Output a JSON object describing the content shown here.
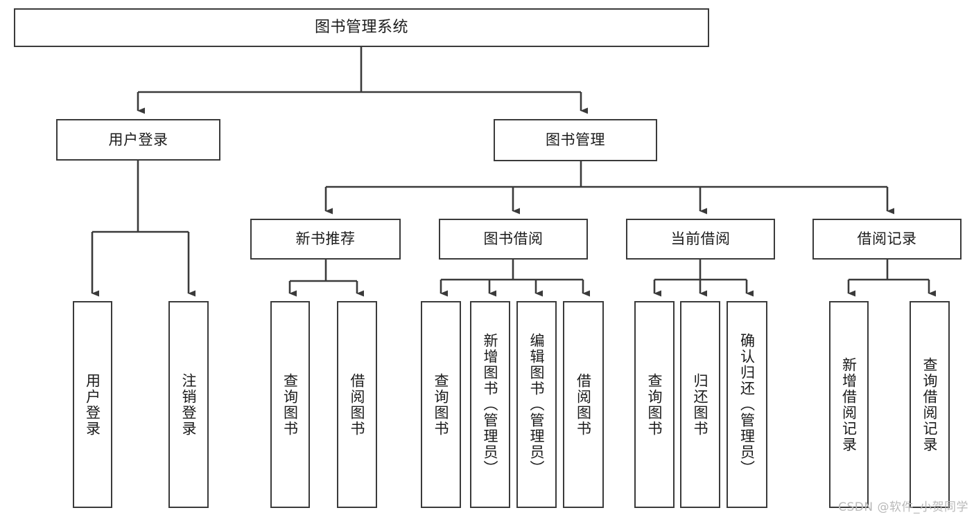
{
  "diagram": {
    "title": "图书管理系统",
    "type": "tree",
    "accent_color": "#3a3a3a",
    "background_color": "#ffffff",
    "text_color": "#1b1b1b",
    "watermark": "CSDN @软件_小贺同学",
    "nodes": {
      "root": {
        "label": "图书管理系统"
      },
      "level2": [
        {
          "label": "用户登录"
        },
        {
          "label": "图书管理"
        }
      ],
      "level3": [
        {
          "label": "新书推荐"
        },
        {
          "label": "图书借阅"
        },
        {
          "label": "当前借阅"
        },
        {
          "label": "借阅记录"
        }
      ],
      "leaves": {
        "user_login": [
          {
            "label": "用户登录"
          },
          {
            "label": "注销登录"
          }
        ],
        "new_book_rec": [
          {
            "label": "查询图书"
          },
          {
            "label": "借阅图书"
          }
        ],
        "book_borrow": [
          {
            "label": "查询图书"
          },
          {
            "label": "新增图书（管理员）"
          },
          {
            "label": "编辑图书（管理员）"
          },
          {
            "label": "借阅图书"
          }
        ],
        "current_borrow": [
          {
            "label": "查询图书"
          },
          {
            "label": "归还图书"
          },
          {
            "label": "确认归还（管理员）"
          }
        ],
        "borrow_record": [
          {
            "label": "新增借阅记录"
          },
          {
            "label": "查询借阅记录"
          }
        ]
      }
    }
  }
}
